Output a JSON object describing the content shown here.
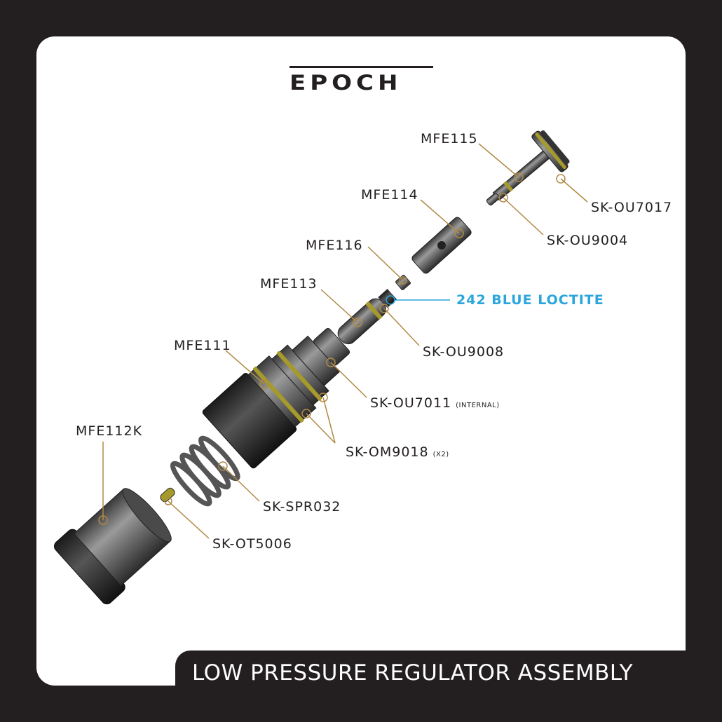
{
  "brand": {
    "logo_text": "EPOCH"
  },
  "title": "LOW PRESSURE REGULATOR ASSEMBLY",
  "colors": {
    "background": "#231f20",
    "leader": "#b08a45",
    "highlight": "#2aa6dc",
    "part": "#6a6a6a"
  },
  "labels": {
    "mfe115": "MFE115",
    "sk_ou7017": "SK-OU7017",
    "mfe114": "MFE114",
    "sk_ou9004": "SK-OU9004",
    "mfe116": "MFE116",
    "mfe113": "MFE113",
    "loctite": "242 BLUE LOCTITE",
    "sk_ou9008": "SK-OU9008",
    "mfe111": "MFE111",
    "sk_ou7011": "SK-OU7011",
    "sk_ou7011_note": "(INTERNAL)",
    "sk_om9018": "SK-OM9018",
    "sk_om9018_note": "(X2)",
    "mfe112k": "MFE112K",
    "sk_spr032": "SK-SPR032",
    "sk_ot5006": "SK-OT5006"
  }
}
